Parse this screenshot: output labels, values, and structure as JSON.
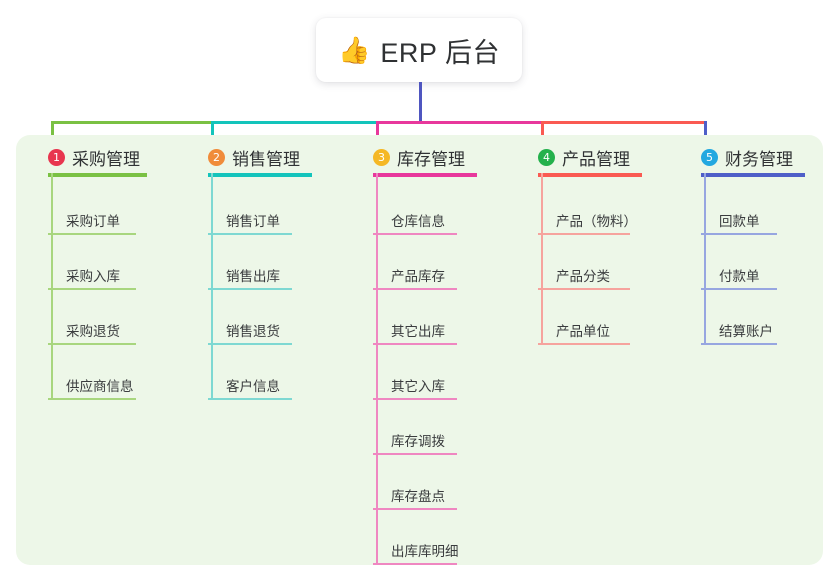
{
  "title": {
    "icon": "thumbs-up-icon",
    "emoji": "👍",
    "text": "ERP 后台"
  },
  "colors": {
    "trunk": "#4f56c0",
    "panel_bg": "#edf7e8",
    "page_bg": "#ffffff",
    "title_text": "#2f3133"
  },
  "columns": [
    {
      "index": "1",
      "badge_text": "1",
      "badge_color": "#e8364f",
      "label": "采购管理",
      "line_color": "#7ac143",
      "item_line_color": "#a8d67e",
      "items": [
        {
          "label": "采购订单"
        },
        {
          "label": "采购入库"
        },
        {
          "label": "采购退货"
        },
        {
          "label": "供应商信息"
        }
      ]
    },
    {
      "index": "2",
      "badge_text": "2",
      "badge_color": "#f08c3a",
      "label": "销售管理",
      "line_color": "#13c4bb",
      "item_line_color": "#7ed8d2",
      "items": [
        {
          "label": "销售订单"
        },
        {
          "label": "销售出库"
        },
        {
          "label": "销售退货"
        },
        {
          "label": "客户信息"
        }
      ]
    },
    {
      "index": "3",
      "badge_text": "3",
      "badge_color": "#f5b825",
      "label": "库存管理",
      "line_color": "#e8389c",
      "item_line_color": "#ef87c1",
      "items": [
        {
          "label": "仓库信息"
        },
        {
          "label": "产品库存"
        },
        {
          "label": "其它出库"
        },
        {
          "label": "其它入库"
        },
        {
          "label": "库存调拨"
        },
        {
          "label": "库存盘点"
        },
        {
          "label": "出库库明细"
        }
      ]
    },
    {
      "index": "4",
      "badge_text": "4",
      "badge_color": "#24b14c",
      "label": "产品管理",
      "line_color": "#fa5a52",
      "item_line_color": "#f6a39d",
      "items": [
        {
          "label": "产品（物料）"
        },
        {
          "label": "产品分类"
        },
        {
          "label": "产品单位"
        }
      ]
    },
    {
      "index": "5",
      "badge_text": "5",
      "badge_color": "#23a8e0",
      "label": "财务管理",
      "line_color": "#4f5fc8",
      "item_line_color": "#97a6e0",
      "items": [
        {
          "label": "回款单"
        },
        {
          "label": "付款单"
        },
        {
          "label": "结算账户"
        }
      ]
    }
  ]
}
